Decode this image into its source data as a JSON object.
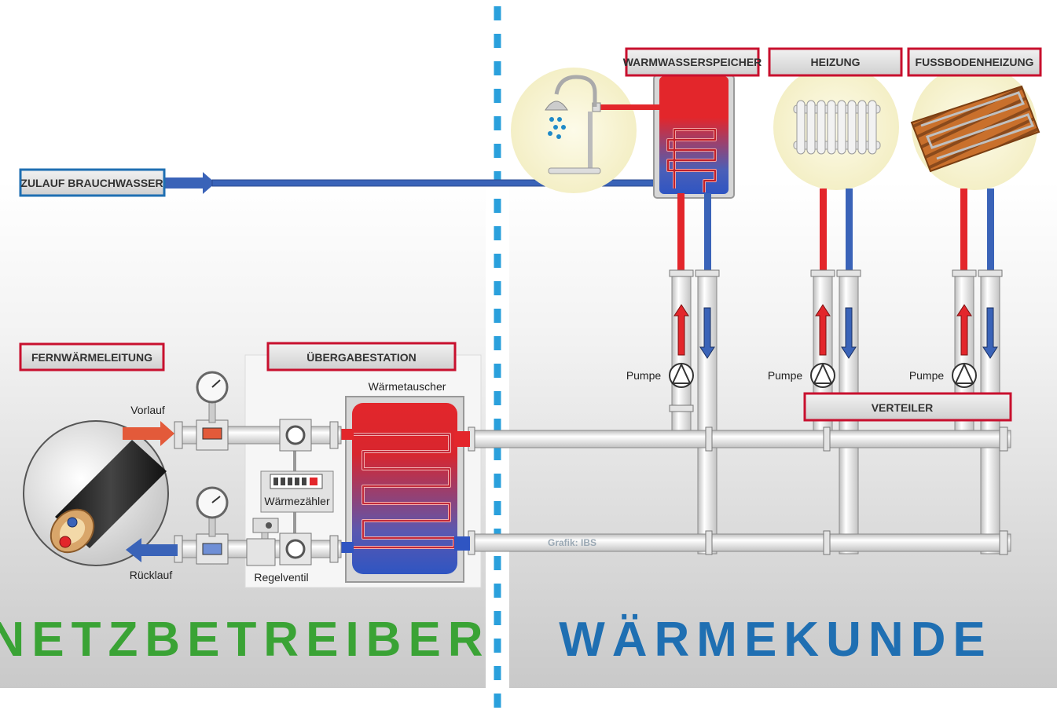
{
  "labels": {
    "zulauf_brauchwasser": "ZULAUF BRAUCHWASSER",
    "warmwasserspeicher": "WARMWASSERSPEICHER",
    "heizung": "HEIZUNG",
    "fussbodenheizung": "FUSSBODENHEIZUNG",
    "fernwaermeleitung": "FERNWÄRMELEITUNG",
    "uebergabestation": "ÜBERGABESTATION",
    "verteiler": "VERTEILER",
    "waermetauscher": "Wärmetauscher",
    "vorlauf": "Vorlauf",
    "ruecklauf": "Rücklauf",
    "waermezaehler": "Wärmezähler",
    "regelventil": "Regelventil",
    "pumpe_1": "Pumpe",
    "pumpe_2": "Pumpe",
    "pumpe_3": "Pumpe",
    "credit": "Grafik: IBS"
  },
  "titles": {
    "netzbetreiber": "NETZBETREIBER",
    "waermekunde": "WÄRMEKUNDE"
  },
  "colors": {
    "hot": "#e3262b",
    "cold": "#3a63b8",
    "label_border_red": "#c8102e",
    "label_border_blue": "#1f6fb2",
    "netzbetreiber_green": "#3aa335",
    "waermekunde_blue": "#1f6fb2",
    "divider_blue": "#2aa0dc"
  },
  "icons": [
    "shower-icon",
    "radiator-icon",
    "floor-heating-icon",
    "pressure-gauge-icon",
    "pump-icon",
    "district-heating-pipe-icon",
    "heat-meter-icon",
    "control-valve-icon"
  ]
}
